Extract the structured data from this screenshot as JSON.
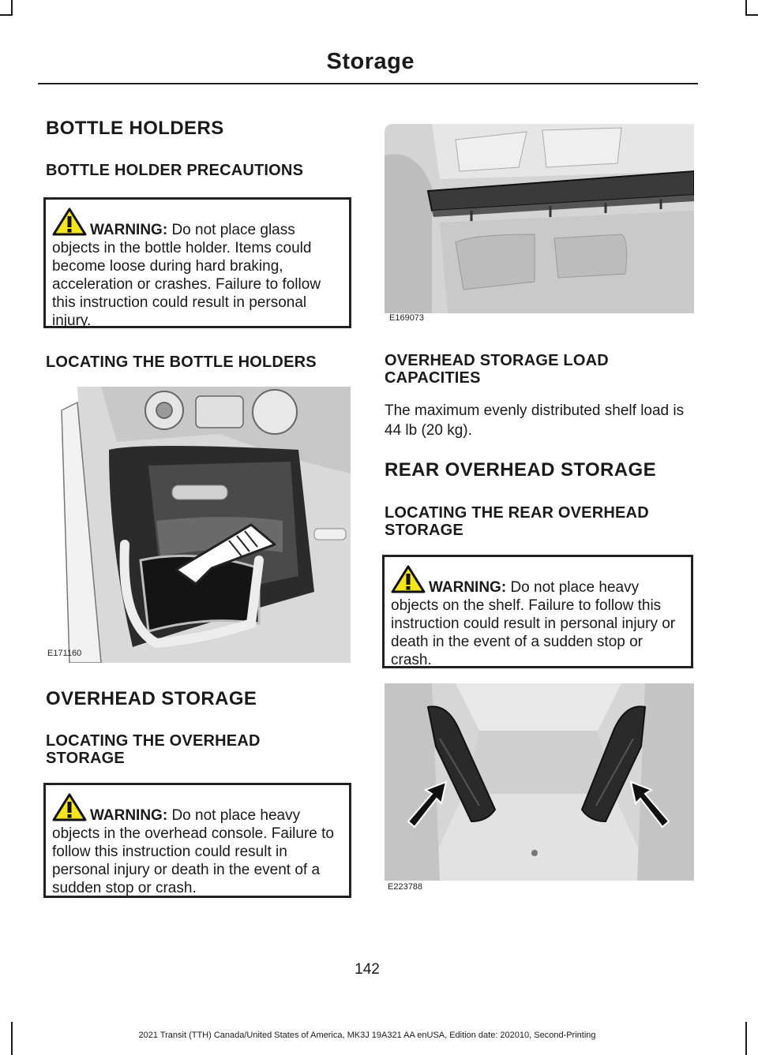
{
  "header": {
    "title": "Storage"
  },
  "left": {
    "bottle_holders_heading": "BOTTLE HOLDERS",
    "precautions_heading": "BOTTLE HOLDER PRECAUTIONS",
    "warning1": {
      "label": "WARNING:",
      "text": "Do not place glass objects in the bottle holder. Items could become loose during hard braking, acceleration or crashes. Failure to follow this instruction could result in personal injury."
    },
    "locating_bottle_heading": "LOCATING THE BOTTLE HOLDERS",
    "figure1_code": "E171160",
    "overhead_heading": "OVERHEAD STORAGE",
    "locating_overhead_heading": "LOCATING THE OVERHEAD STORAGE",
    "warning2": {
      "label": "WARNING:",
      "text": "Do not place heavy objects in the overhead console. Failure to follow this instruction could result in personal injury or death in the event of a sudden stop or crash."
    }
  },
  "right": {
    "figure2_code": "E169073",
    "load_heading": "OVERHEAD STORAGE LOAD CAPACITIES",
    "load_text": "The maximum evenly distributed shelf load is 44 lb (20 kg).",
    "rear_heading": "REAR OVERHEAD STORAGE",
    "locating_rear_heading": "LOCATING THE REAR OVERHEAD STORAGE",
    "warning3": {
      "label": "WARNING:",
      "text": "Do not place heavy objects on the shelf. Failure to follow this instruction could result in personal injury or death in the event of a sudden stop or crash."
    },
    "figure3_code": "E223788"
  },
  "page_number": "142",
  "footer": "2021 Transit (TTH) Canada/United States of America, MK3J 19A321 AA enUSA, Edition date: 202010, Second-Printing",
  "icons": {
    "warning": "warning-triangle-icon"
  },
  "colors": {
    "warning_yellow": "#f5e51b",
    "text": "#1a1a1a"
  }
}
